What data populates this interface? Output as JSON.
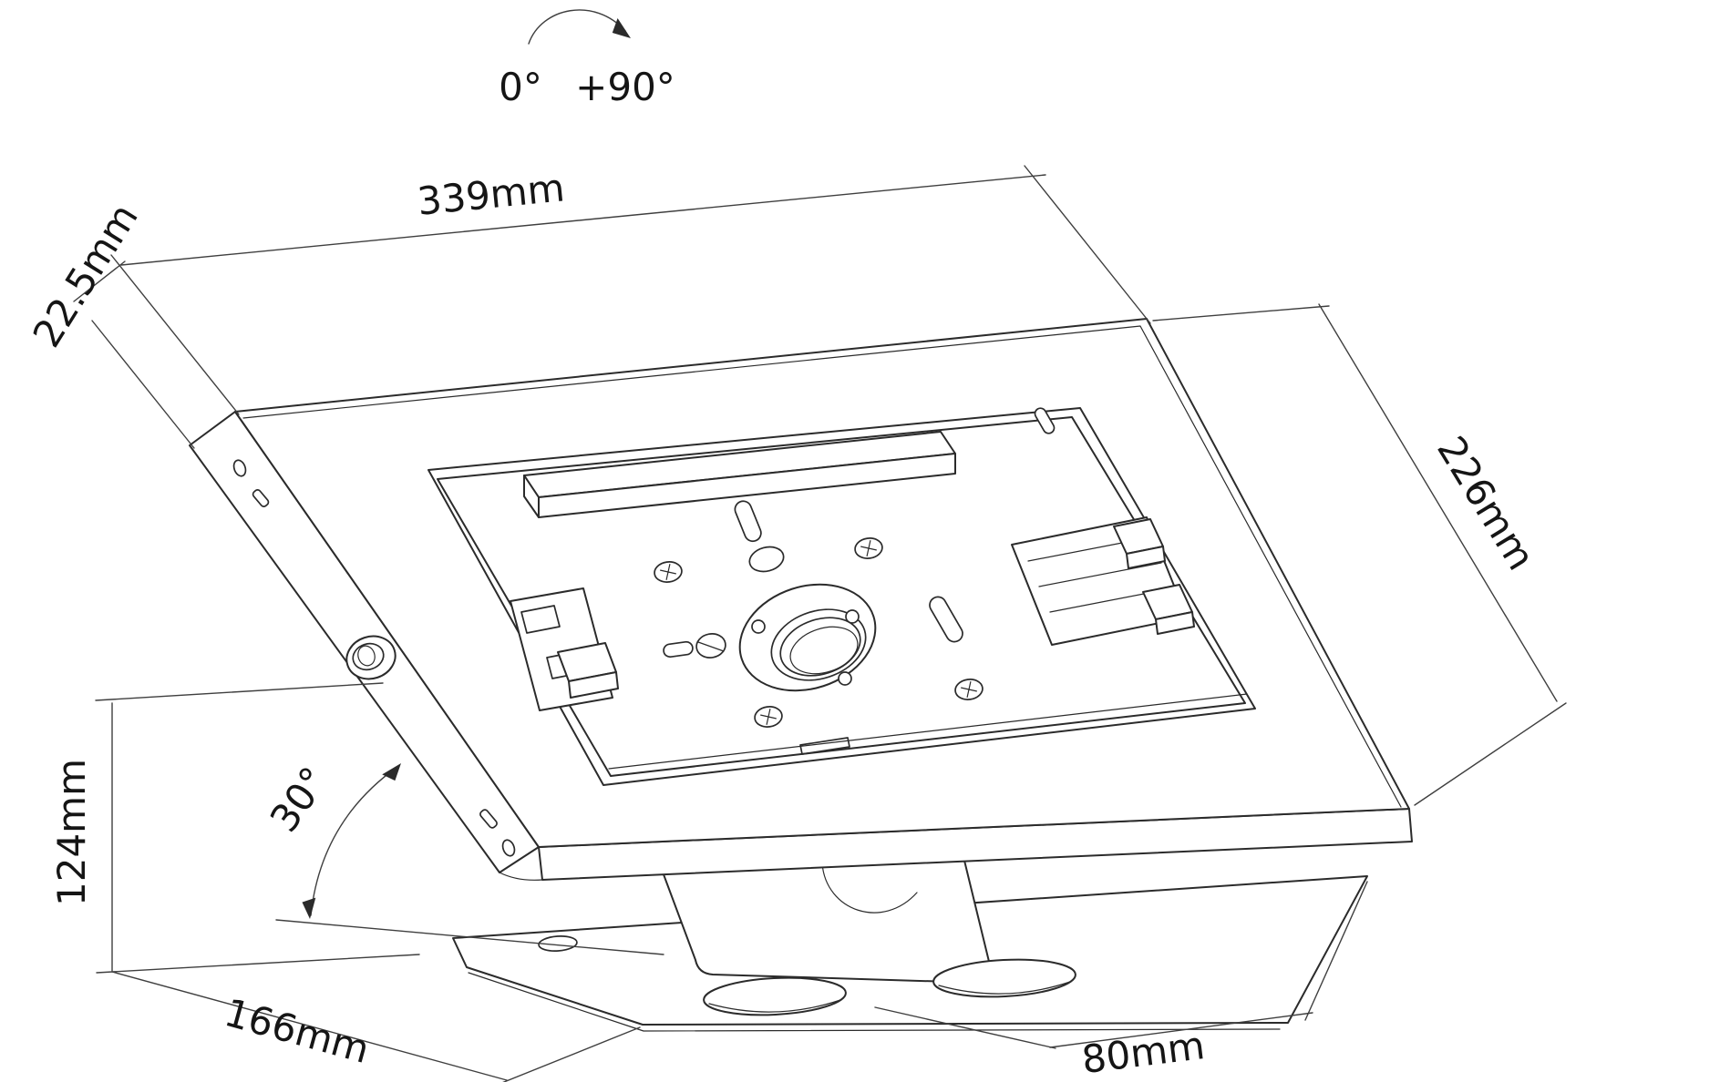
{
  "diagram": {
    "type": "technical-dimension-drawing",
    "subject": "tablet kiosk enclosure with tilted desk stand",
    "background_color": "#ffffff",
    "line_color": "#2b2b2b",
    "dimension_line_color": "#3f3f3f",
    "text_color": "#151515",
    "labels": {
      "width": "339mm",
      "thickness": "22.5mm",
      "depth": "226mm",
      "height": "124mm",
      "base_length": "166mm",
      "base_depth": "80mm",
      "tilt_angle": "30°",
      "rotation_start": "0°",
      "rotation_end": "+90°"
    }
  }
}
